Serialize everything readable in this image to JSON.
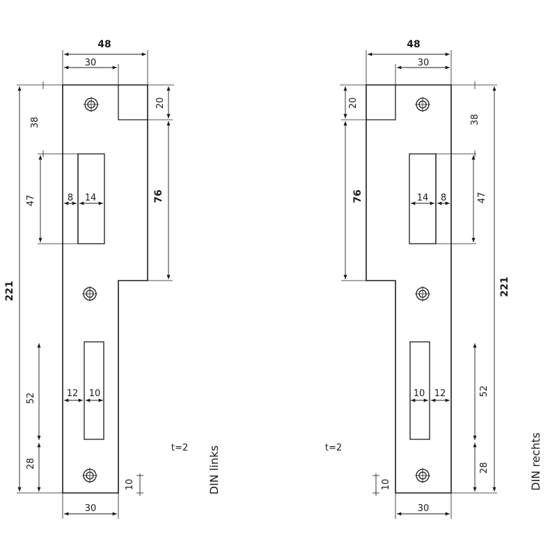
{
  "left_plate": {
    "dims": {
      "overall_width": "48",
      "top_width": "30",
      "notch_height": "20",
      "upper_offset": "38",
      "upper_cutout_height": "47",
      "upper_cutout_w1": "8",
      "upper_cutout_w2": "14",
      "wide_section": "76",
      "overall_height": "221",
      "lower_slot_height": "52",
      "lower_slot_w1": "12",
      "lower_slot_w2": "10",
      "bottom_offset": "28",
      "screw_offset": "10",
      "bottom_width": "30"
    },
    "thickness_note": "t=2",
    "title": "DIN links"
  },
  "right_plate": {
    "dims": {
      "overall_width": "48",
      "top_width": "30",
      "notch_height": "20",
      "upper_offset": "38",
      "upper_cutout_height": "47",
      "upper_cutout_w1": "14",
      "upper_cutout_w2": "8",
      "wide_section": "76",
      "overall_height": "221",
      "lower_slot_height": "52",
      "lower_slot_w1": "10",
      "lower_slot_w2": "12",
      "bottom_offset": "28",
      "screw_offset": "10",
      "bottom_width": "30"
    },
    "thickness_note": "t=2",
    "title": "DIN rechts"
  }
}
